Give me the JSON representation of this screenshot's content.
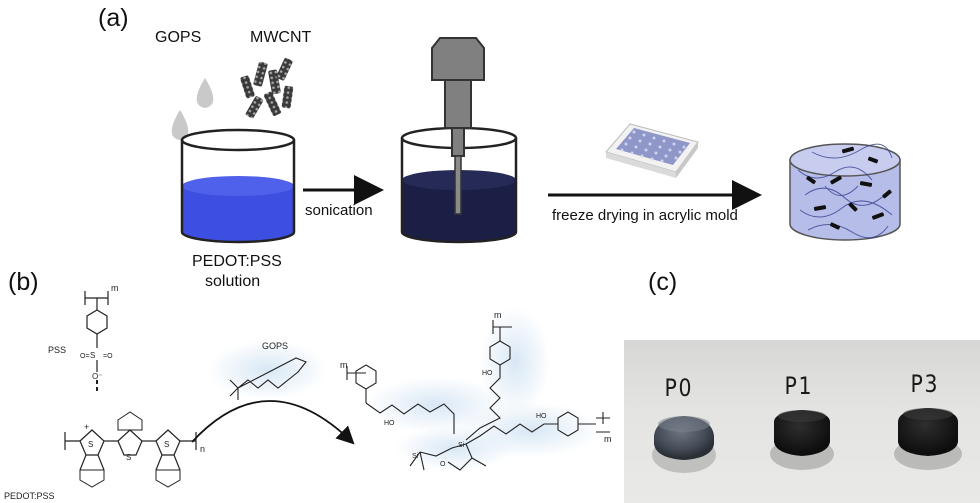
{
  "panels": {
    "a": {
      "label": "(a)",
      "gops_label": "GOPS",
      "mwcnt_label": "MWCNT",
      "solution_label_line1": "PEDOT:PSS",
      "solution_label_line2": "solution",
      "step1_label": "sonication",
      "step2_label": "freeze drying in acrylic mold"
    },
    "b": {
      "label": "(b)",
      "pss_label": "PSS",
      "gops_label": "GOPS",
      "pedot_pss_label": "PEDOT:PSS"
    },
    "c": {
      "label": "(c)",
      "samples": [
        "P0",
        "P1",
        "P3"
      ]
    }
  },
  "colors": {
    "solution_blue": "#3d4fe0",
    "sonicated_dark": "#1c1f45",
    "foam_blue": "#b7bde9",
    "glow_blue": "#d6e6f4",
    "probe_gray": "#808080"
  }
}
